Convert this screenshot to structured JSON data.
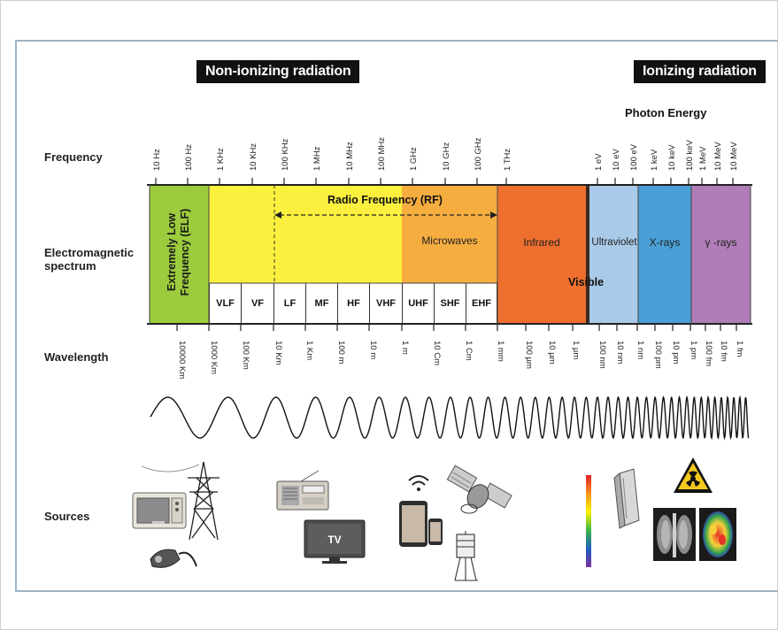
{
  "headers": {
    "non_ionizing": "Non-ionizing radiation",
    "ionizing": "Ionizing radiation",
    "photon_energy": "Photon Energy"
  },
  "row_labels": {
    "frequency": "Frequency",
    "spectrum_line1": "Electromagnetic",
    "spectrum_line2": "spectrum",
    "wavelength": "Wavelength",
    "sources": "Sources"
  },
  "frequency_ticks": [
    "10 Hz",
    "100 Hz",
    "1 KHz",
    "10 KHz",
    "100 KHz",
    "1 MHz",
    "10 MHz",
    "100 MHz",
    "1 GHz",
    "10 GHz",
    "100 GHz",
    "1 THz"
  ],
  "energy_ticks": [
    "1 eV",
    "10 eV",
    "100 eV",
    "1 keV",
    "10 keV",
    "100 keV",
    "1 MeV",
    "10 MeV",
    "10 MeV"
  ],
  "bands": {
    "elf_line1": "Extremely Low",
    "elf_line2": "Frequency (ELF)",
    "rf": "Radio Frequency (RF)",
    "microwaves": "Microwaves",
    "infrared": "Infrared",
    "visible": "Visible",
    "ultraviolet": "Ultraviolet",
    "xrays": "X-rays",
    "gamma": "γ -rays"
  },
  "radio_subbands": [
    "VLF",
    "VF",
    "LF",
    "MF",
    "HF",
    "VHF",
    "UHF",
    "SHF",
    "EHF"
  ],
  "wavelength_ticks": [
    "10000 Km",
    "1000 Km",
    "100 Km",
    "10 Km",
    "1 Km",
    "100 m",
    "10 m",
    "1 m",
    "10 Cm",
    "1 Cm",
    "1 mm",
    "100 µm",
    "10 µm",
    "1 µm",
    "100 nm",
    "10 nm",
    "1 nm",
    "100 pm",
    "10 pm",
    "1 pm",
    "100 fm",
    "10 fm",
    "1 fm"
  ],
  "sources": {
    "tv_label": "TV",
    "icons": [
      "microwave-oven-icon",
      "power-tower-icon",
      "ev-charger-icon",
      "radio-icon",
      "television-icon",
      "wifi-icon",
      "smartphone-icon",
      "tablet-icon",
      "satellite-icon",
      "cell-tower-icon",
      "light-spectrum-icon",
      "uv-lamp-icon",
      "radiation-symbol-icon",
      "xray-chest-icon",
      "pet-scan-icon"
    ]
  },
  "colors": {
    "elf": "#9ccc3d",
    "radio": "#fbf03e",
    "microwave": "#f6ad3f",
    "infrared": "#ef6f2f",
    "ultraviolet": "#a9cae8",
    "xray": "#4a9fd6",
    "gamma": "#b07db8"
  }
}
